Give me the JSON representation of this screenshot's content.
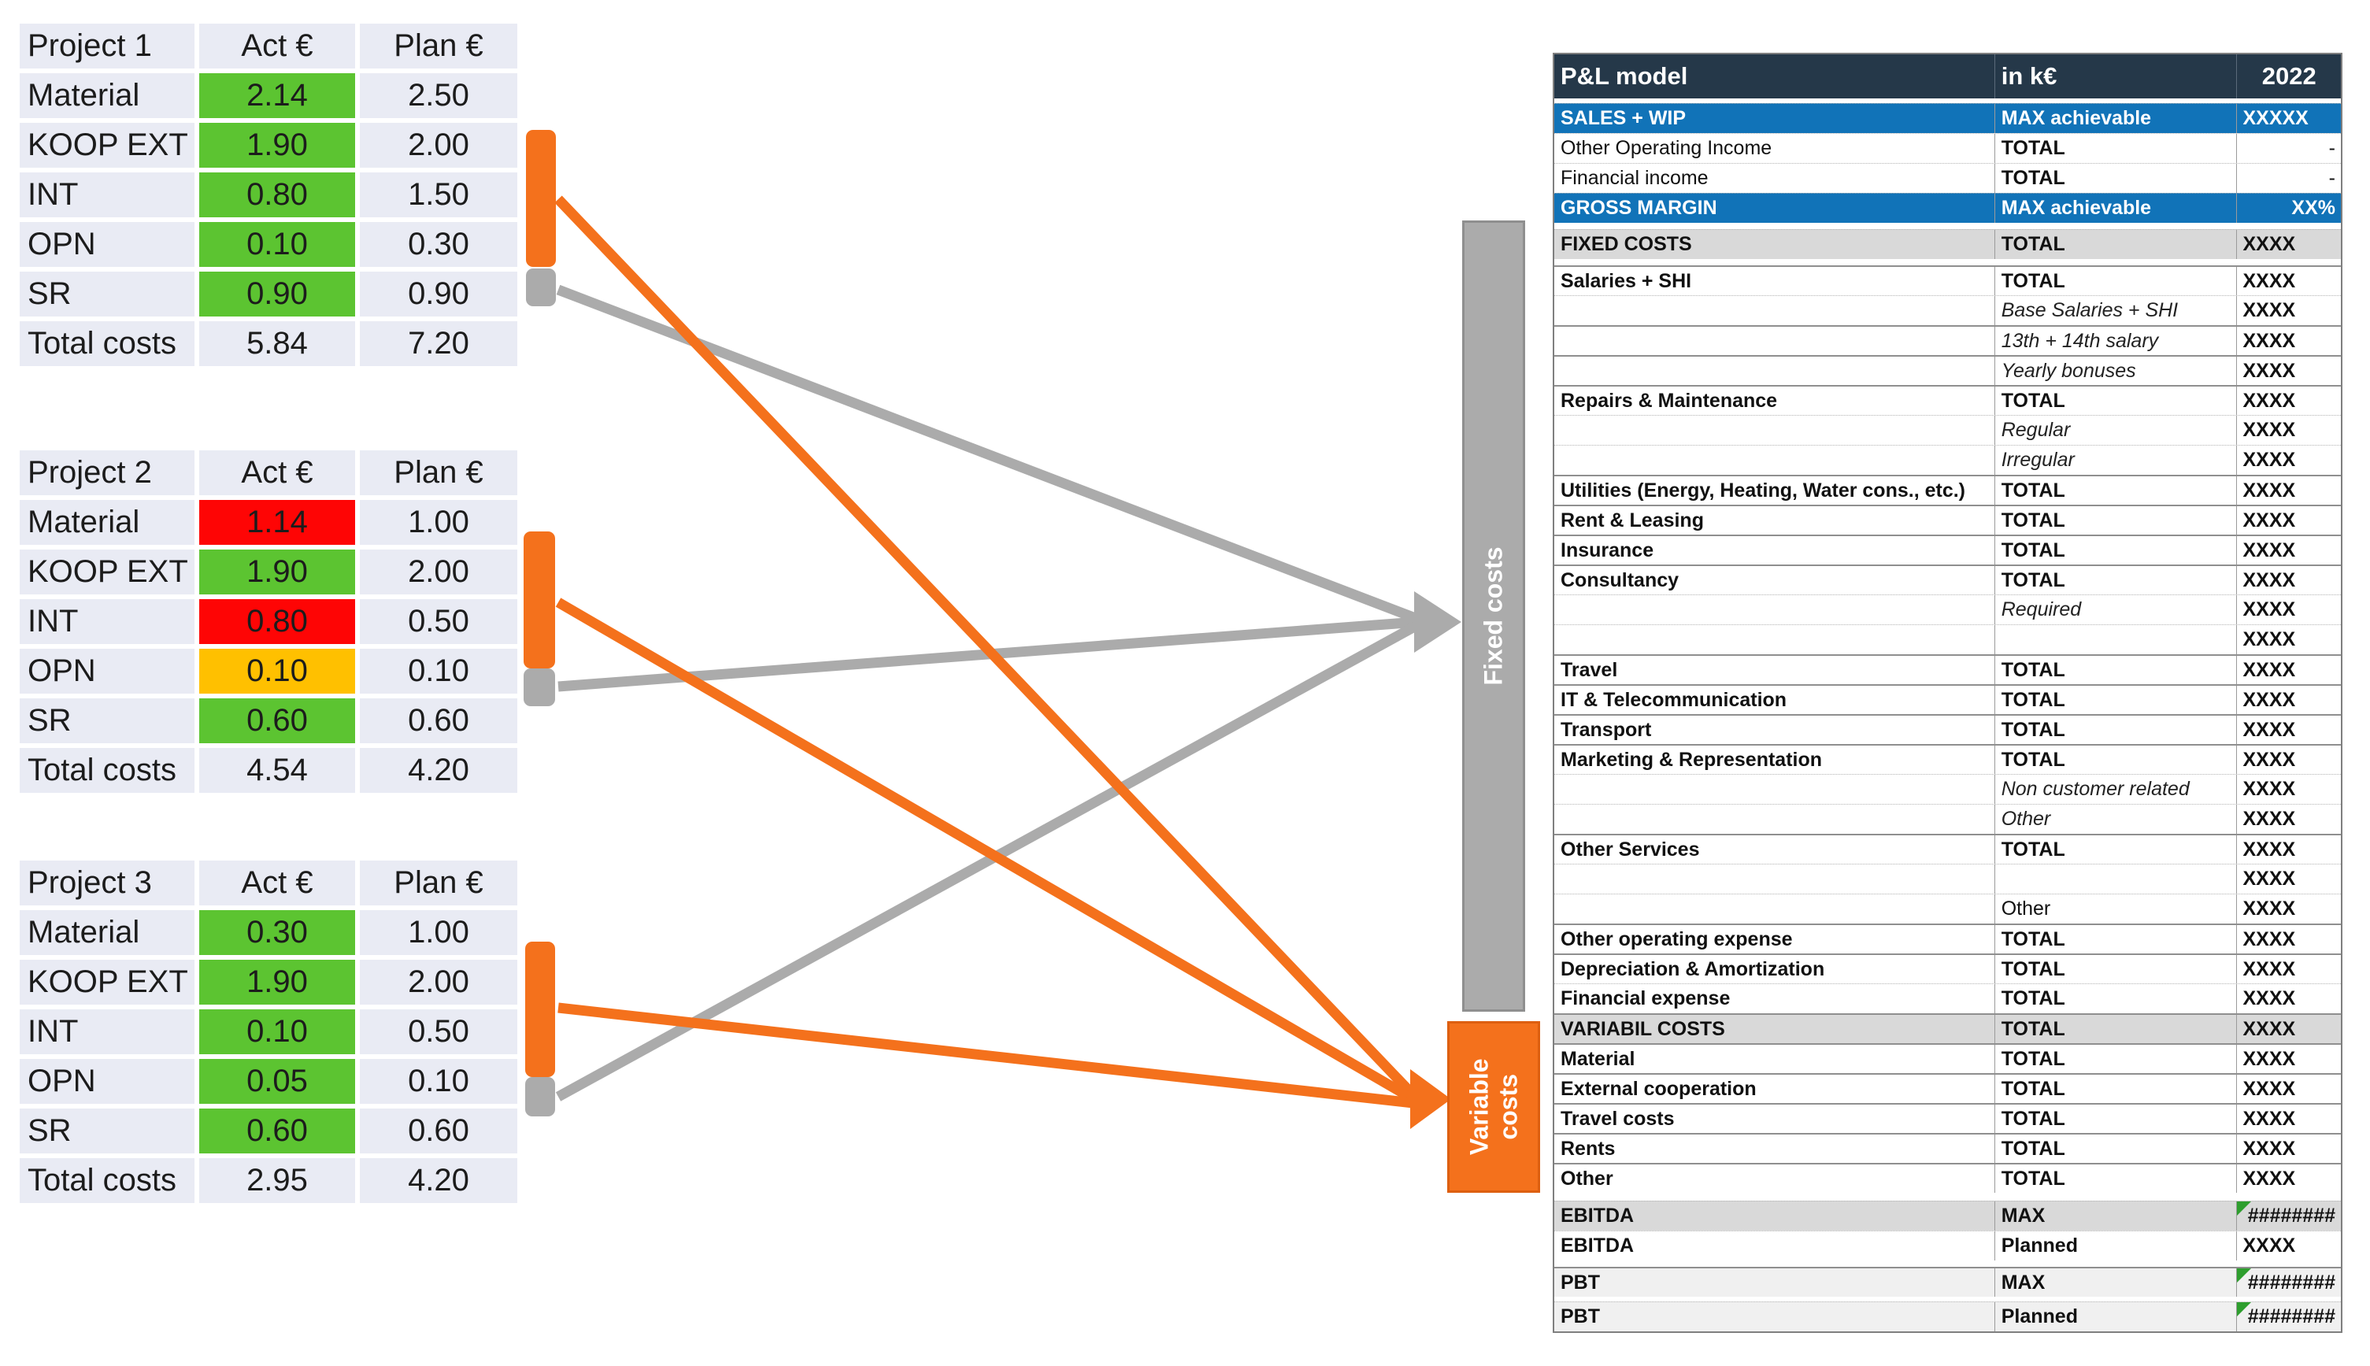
{
  "colors": {
    "green": "#5CC431",
    "red": "#FE0505",
    "amber": "#FFC000",
    "orange": "#F4711C",
    "orange_dark": "#DD5F10",
    "gray": "#ABABAB",
    "gray_dark": "#8F8F8F",
    "blue_row": "#1173B8",
    "navy_header": "#253849",
    "section_gray": "#D9D9D9",
    "pbt_gray": "#F0F0F0",
    "cell_lavender": "#E9EBF4"
  },
  "projects": [
    {
      "title": "Project 1",
      "act_header": "Act €",
      "plan_header": "Plan €",
      "rows": [
        {
          "label": "Material",
          "act": "2.14",
          "act_color": "green",
          "plan": "2.50"
        },
        {
          "label": "KOOP EXT",
          "act": "1.90",
          "act_color": "green",
          "plan": "2.00"
        },
        {
          "label": "INT",
          "act": "0.80",
          "act_color": "green",
          "plan": "1.50"
        },
        {
          "label": "OPN",
          "act": "0.10",
          "act_color": "green",
          "plan": "0.30"
        },
        {
          "label": "SR",
          "act": "0.90",
          "act_color": "green",
          "plan": "0.90"
        }
      ],
      "total": {
        "label": "Total costs",
        "act": "5.84",
        "plan": "7.20"
      }
    },
    {
      "title": "Project 2",
      "act_header": "Act €",
      "plan_header": "Plan €",
      "rows": [
        {
          "label": "Material",
          "act": "1.14",
          "act_color": "red",
          "plan": "1.00"
        },
        {
          "label": "KOOP EXT",
          "act": "1.90",
          "act_color": "green",
          "plan": "2.00"
        },
        {
          "label": "INT",
          "act": "0.80",
          "act_color": "red",
          "plan": "0.50"
        },
        {
          "label": "OPN",
          "act": "0.10",
          "act_color": "amber",
          "plan": "0.10"
        },
        {
          "label": "SR",
          "act": "0.60",
          "act_color": "green",
          "plan": "0.60"
        }
      ],
      "total": {
        "label": "Total costs",
        "act": "4.54",
        "plan": "4.20"
      }
    },
    {
      "title": "Project 3",
      "act_header": "Act €",
      "plan_header": "Plan €",
      "rows": [
        {
          "label": "Material",
          "act": "0.30",
          "act_color": "green",
          "plan": "1.00"
        },
        {
          "label": "KOOP EXT",
          "act": "1.90",
          "act_color": "green",
          "plan": "2.00"
        },
        {
          "label": "INT",
          "act": "0.10",
          "act_color": "green",
          "plan": "0.50"
        },
        {
          "label": "OPN",
          "act": "0.05",
          "act_color": "green",
          "plan": "0.10"
        },
        {
          "label": "SR",
          "act": "0.60",
          "act_color": "green",
          "plan": "0.60"
        }
      ],
      "total": {
        "label": "Total costs",
        "act": "2.95",
        "plan": "4.20"
      }
    }
  ],
  "flow": {
    "fixed_label": "Fixed costs",
    "variable_label": "Variable costs",
    "connectors": [
      {
        "from": "project-1-variable-source",
        "to": "variable-costs-bar",
        "color": "orange"
      },
      {
        "from": "project-2-variable-source",
        "to": "variable-costs-bar",
        "color": "orange"
      },
      {
        "from": "project-3-variable-source",
        "to": "variable-costs-bar",
        "color": "orange"
      },
      {
        "from": "project-1-fixed-source",
        "to": "fixed-costs-bar",
        "color": "gray"
      },
      {
        "from": "project-2-fixed-source",
        "to": "fixed-costs-bar",
        "color": "gray"
      },
      {
        "from": "project-3-fixed-source",
        "to": "fixed-costs-bar",
        "color": "gray"
      }
    ]
  },
  "pnl": {
    "header": {
      "c1": "P&L model",
      "c2": "in k€",
      "c3": "2022"
    },
    "rows": [
      {
        "c1": "SALES + WIP",
        "c2": "MAX achievable",
        "c3": "XXXXX",
        "s": "b",
        "gap": 6
      },
      {
        "c1": "Other Operating Income",
        "c2": "TOTAL",
        "c3": "-",
        "b1": false,
        "b3": false,
        "a3": "r"
      },
      {
        "c1": "Financial income",
        "c2": "TOTAL",
        "c3": "-",
        "b1": false,
        "b3": false,
        "a3": "r"
      },
      {
        "c1": "GROSS MARGIN",
        "c2": "MAX achievable",
        "c3": "XX%",
        "s": "b",
        "a3": "r"
      },
      {
        "c1": "FIXED COSTS",
        "c2": "TOTAL",
        "c3": "XXXX",
        "s": "g",
        "gap": 8
      },
      {
        "c1": "Salaries + SHI",
        "c2": "TOTAL",
        "c3": "XXXX",
        "gap": 8,
        "tl": true
      },
      {
        "c1": "",
        "c2": "Base Salaries + SHI",
        "i2": true,
        "c3": "XXXX"
      },
      {
        "c1": "",
        "c2": "13th + 14th salary",
        "i2": true,
        "c3": "XXXX",
        "tl": true
      },
      {
        "c1": "",
        "c2": "Yearly bonuses",
        "i2": true,
        "c3": "XXXX",
        "tl": true
      },
      {
        "c1": "Repairs & Maintenance",
        "c2": "TOTAL",
        "c3": "XXXX",
        "tl": true
      },
      {
        "c1": "",
        "c2": "Regular",
        "i2": true,
        "c3": "XXXX"
      },
      {
        "c1": "",
        "c2": "Irregular",
        "i2": true,
        "c3": "XXXX"
      },
      {
        "c1": "Utilities (Energy, Heating, Water cons., etc.)",
        "c2": "TOTAL",
        "c3": "XXXX",
        "tl": true
      },
      {
        "c1": "Rent & Leasing",
        "c2": "TOTAL",
        "c3": "XXXX",
        "tl": true
      },
      {
        "c1": "Insurance",
        "c2": "TOTAL",
        "c3": "XXXX",
        "tl": true
      },
      {
        "c1": "Consultancy",
        "c2": "TOTAL",
        "c3": "XXXX",
        "tl": true
      },
      {
        "c1": "",
        "c2": "Required",
        "i2": true,
        "c3": "XXXX"
      },
      {
        "c1": "",
        "c2": "",
        "c3": "XXXX"
      },
      {
        "c1": "Travel",
        "c2": "TOTAL",
        "c3": "XXXX",
        "tl": true
      },
      {
        "c1": "IT & Telecommunication",
        "c2": "TOTAL",
        "c3": "XXXX",
        "tl": true
      },
      {
        "c1": "Transport",
        "c2": "TOTAL",
        "c3": "XXXX",
        "tl": true
      },
      {
        "c1": "Marketing & Representation",
        "c2": "TOTAL",
        "c3": "XXXX",
        "tl": true
      },
      {
        "c1": "",
        "c2": "Non customer related",
        "i2": true,
        "c3": "XXXX"
      },
      {
        "c1": "",
        "c2": "Other",
        "i2": true,
        "c3": "XXXX"
      },
      {
        "c1": "Other Services",
        "c2": "TOTAL",
        "c3": "XXXX",
        "tl": true
      },
      {
        "c1": "",
        "c2": "",
        "c3": "XXXX"
      },
      {
        "c1": "",
        "c2": "Other",
        "r2": true,
        "c3": "XXXX"
      },
      {
        "c1": "Other operating expense",
        "c2": "TOTAL",
        "c3": "XXXX",
        "tl": true
      },
      {
        "c1": "Depreciation & Amortization",
        "c2": "TOTAL",
        "c3": "XXXX",
        "tl": true
      },
      {
        "c1": "Financial expense",
        "c2": "TOTAL",
        "c3": "XXXX"
      },
      {
        "c1": "VARIABIL COSTS",
        "c2": "TOTAL",
        "c3": "XXXX",
        "s": "g",
        "tl": true
      },
      {
        "c1": "Material",
        "c2": "TOTAL",
        "c3": "XXXX",
        "tl": true
      },
      {
        "c1": "External cooperation",
        "c2": "TOTAL",
        "c3": "XXXX",
        "tl": true
      },
      {
        "c1": "Travel costs",
        "c2": "TOTAL",
        "c3": "XXXX",
        "tl": true
      },
      {
        "c1": "Rents",
        "c2": "TOTAL",
        "c3": "XXXX",
        "tl": true
      },
      {
        "c1": "Other",
        "c2": "TOTAL",
        "c3": "XXXX",
        "tl": true
      },
      {
        "c1": "EBITDA",
        "c2": "MAX",
        "c3": "########",
        "s": "g",
        "gap": 10,
        "m": true,
        "a3": "r"
      },
      {
        "c1": "EBITDA",
        "c2": "Planned",
        "c3": "XXXX"
      },
      {
        "c1": "PBT",
        "c2": "MAX",
        "c3": "########",
        "s": "p",
        "gap": 8,
        "m": true,
        "a3": "r",
        "tl": true
      },
      {
        "c1": "PBT",
        "c2": "Planned",
        "c3": "########",
        "s": "p",
        "gap": 6,
        "m": true,
        "a3": "r"
      }
    ]
  }
}
